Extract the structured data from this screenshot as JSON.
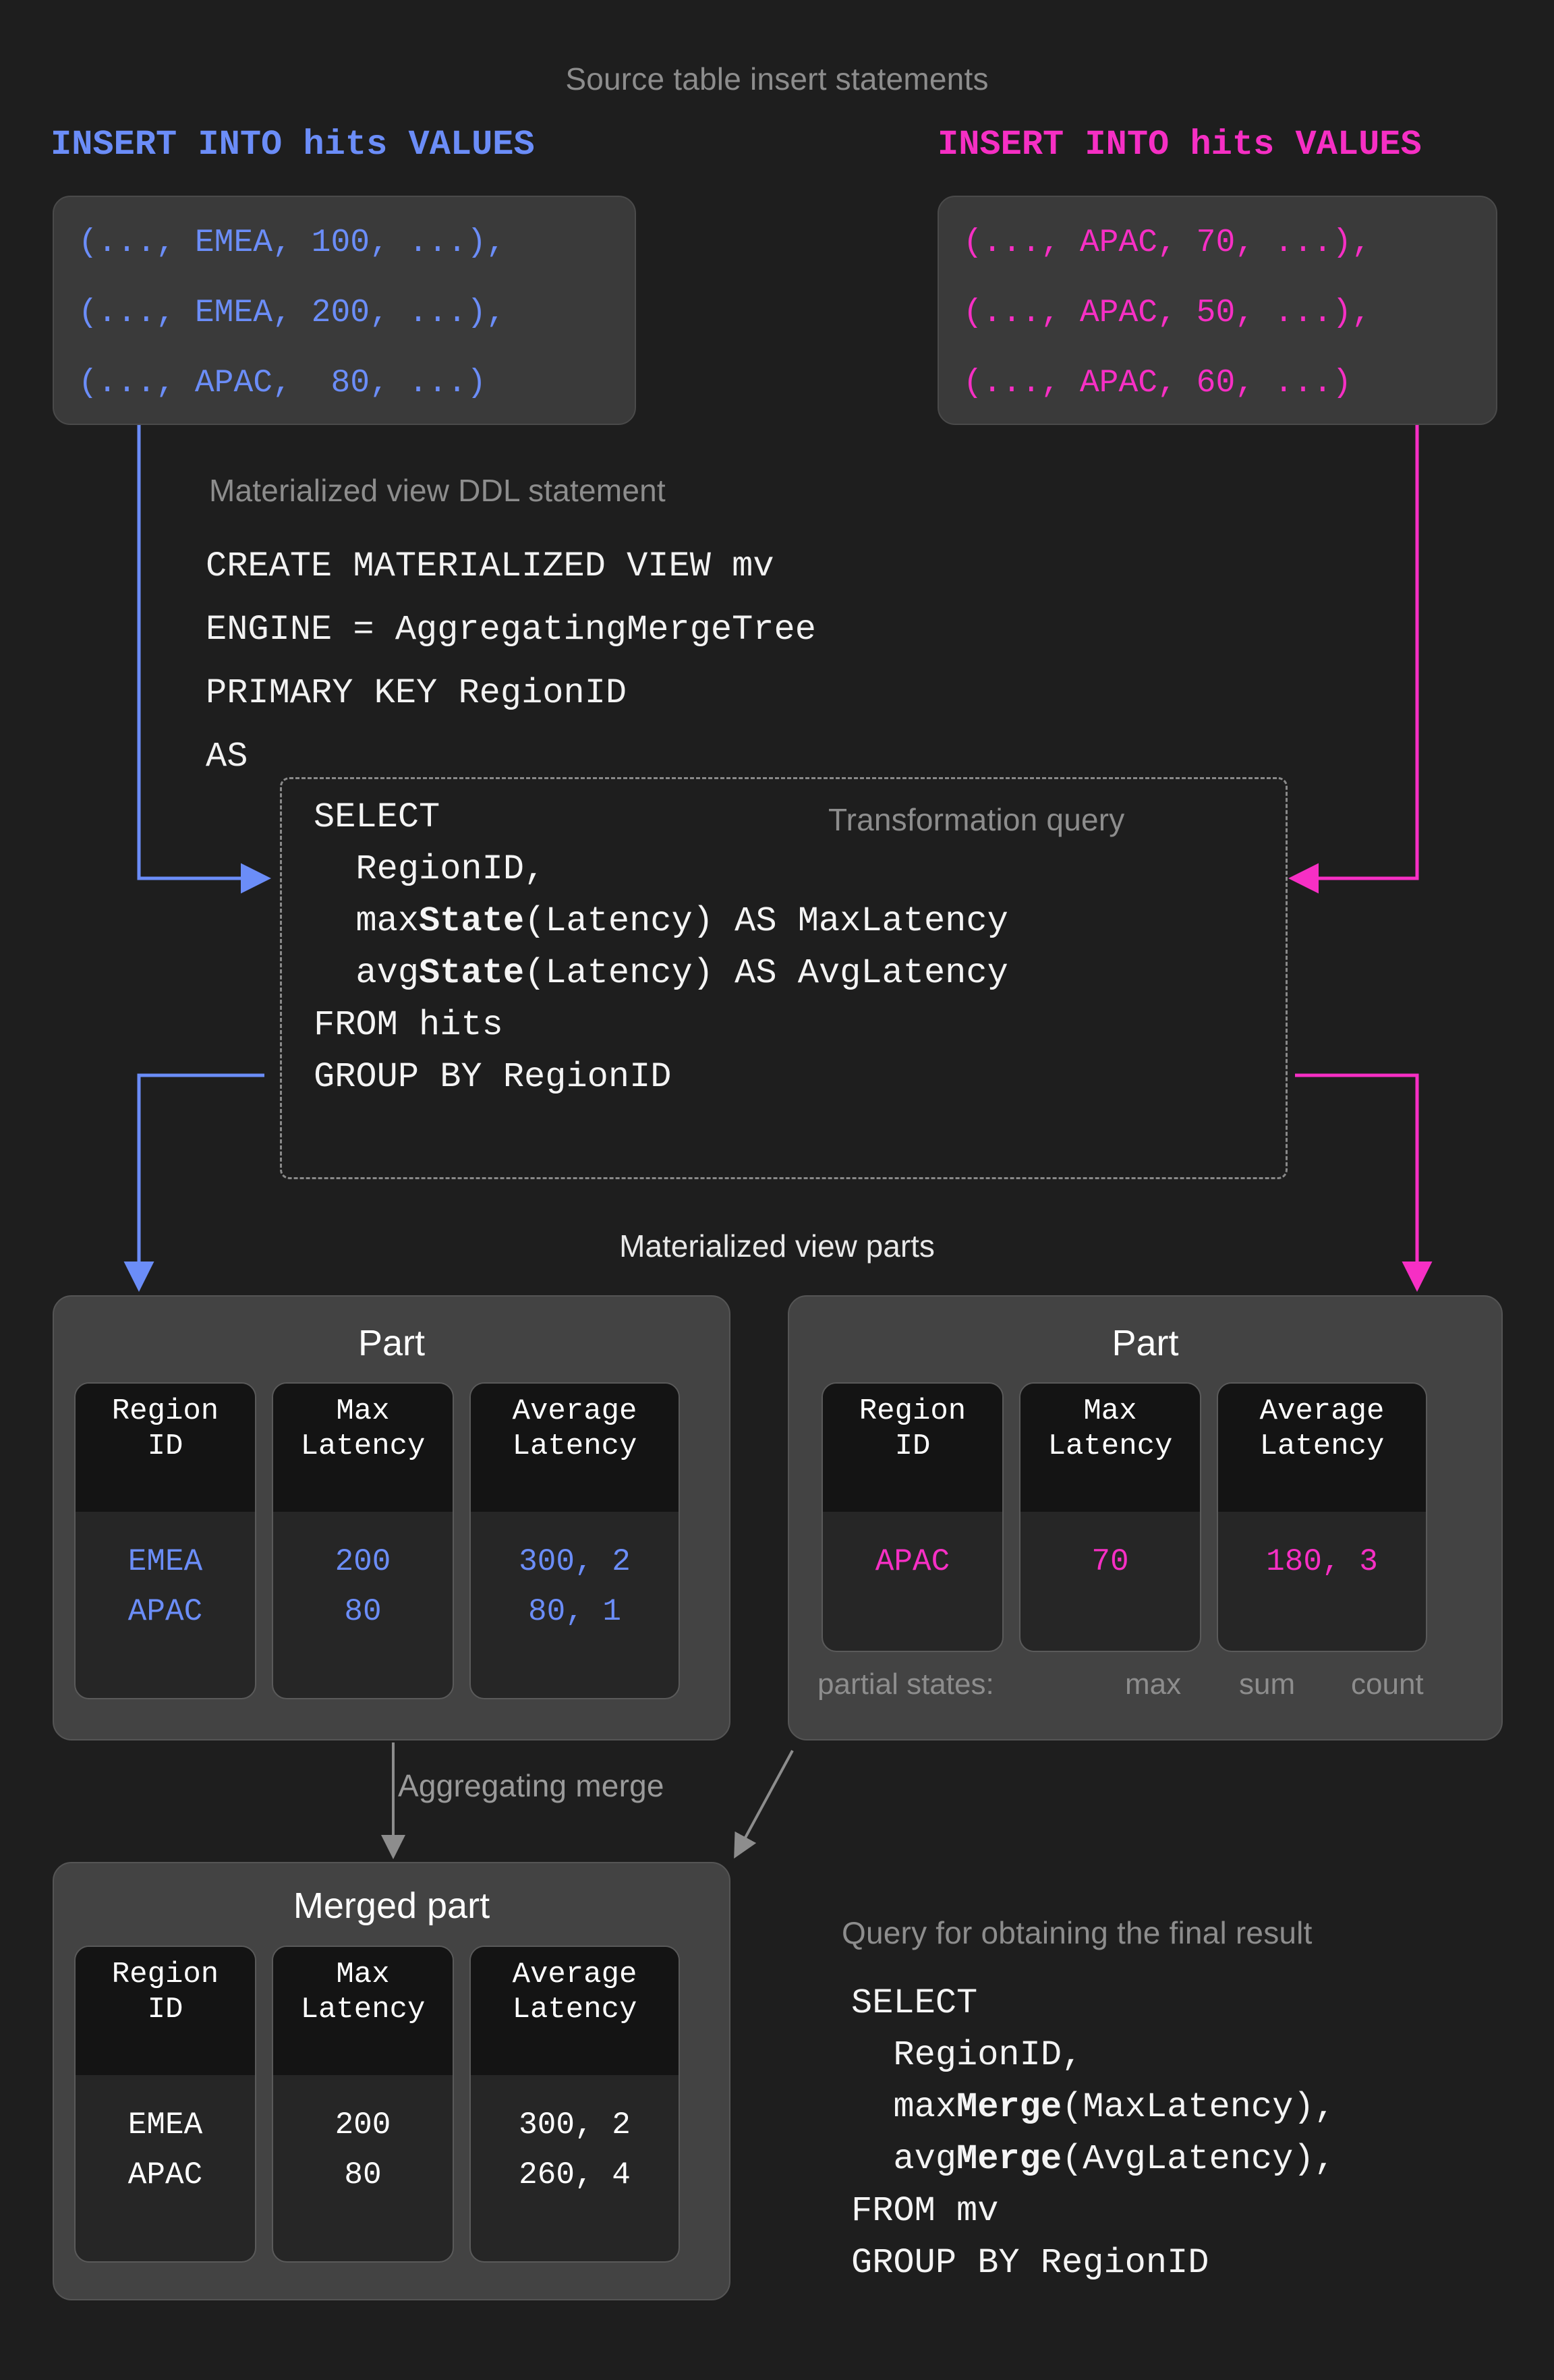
{
  "colors": {
    "background": "#1e1e1e",
    "blue": "#6b8df8",
    "pink": "#f62fc4",
    "caption_grey": "#8d8d8d",
    "box_grey": "#3a3a3a",
    "part_grey": "#434343",
    "cell_dark": "#262626",
    "cell_header": "#141414"
  },
  "titles": {
    "source_inserts": "Source table insert statements",
    "mv_ddl": "Materialized view DDL statement",
    "transformation_query": "Transformation query",
    "mv_parts": "Materialized view parts",
    "aggregating_merge": "Aggregating merge",
    "final_query": "Query for obtaining the final result"
  },
  "inserts": {
    "left": {
      "header": "INSERT INTO hits VALUES",
      "color": "#6b8df8",
      "rows": [
        "(..., EMEA, 100, ...),",
        "(..., EMEA, 200, ...),",
        "(..., APAC,  80, ...)"
      ]
    },
    "right": {
      "header": "INSERT INTO hits VALUES",
      "color": "#f62fc4",
      "rows": [
        "(..., APAC, 70, ...),",
        "(..., APAC, 50, ...),",
        "(..., APAC, 60, ...)"
      ]
    }
  },
  "ddl": {
    "lines": [
      "CREATE MATERIALIZED VIEW mv",
      "ENGINE = AggregatingMergeTree",
      "PRIMARY KEY RegionID",
      "AS"
    ]
  },
  "transformation": {
    "line1": "SELECT",
    "line2": "  RegionID,",
    "line3_pre": "  max",
    "line3_bold": "State",
    "line3_post": "(Latency) AS MaxLatency",
    "line4_pre": "  avg",
    "line4_bold": "State",
    "line4_post": "(Latency) AS AvgLatency",
    "line5": "FROM hits",
    "line6": "GROUP BY RegionID"
  },
  "parts": {
    "headers": [
      "Region\nID",
      "Max\nLatency",
      "Average\nLatency"
    ],
    "header_region": "Region",
    "header_region_2": "ID",
    "header_max": "Max",
    "header_max_2": "Latency",
    "header_avg": "Average",
    "header_avg_2": "Latency",
    "left": {
      "title": "Part",
      "color": "#6b8df8",
      "rows": [
        {
          "region": "EMEA",
          "max": "200",
          "avg": "300, 2"
        },
        {
          "region": "APAC",
          "max": "80",
          "avg": "80, 1"
        }
      ]
    },
    "right": {
      "title": "Part",
      "color": "#f62fc4",
      "rows": [
        {
          "region": "APAC",
          "max": "70",
          "avg": "180, 3"
        }
      ],
      "partial_states_label": "partial states:",
      "partial_max": "max",
      "partial_sum": "sum",
      "partial_count": "count"
    },
    "merged": {
      "title": "Merged part",
      "color": "#ffffff",
      "rows": [
        {
          "region": "EMEA",
          "max": "200",
          "avg": "300, 2"
        },
        {
          "region": "APAC",
          "max": "80",
          "avg": "260, 4"
        }
      ]
    }
  },
  "final_query": {
    "line1": "SELECT",
    "line2": "  RegionID,",
    "line3_pre": "  max",
    "line3_bold": "Merge",
    "line3_post": "(MaxLatency),",
    "line4_pre": "  avg",
    "line4_bold": "Merge",
    "line4_post": "(AvgLatency),",
    "line5": "FROM mv",
    "line6": "GROUP BY RegionID"
  }
}
